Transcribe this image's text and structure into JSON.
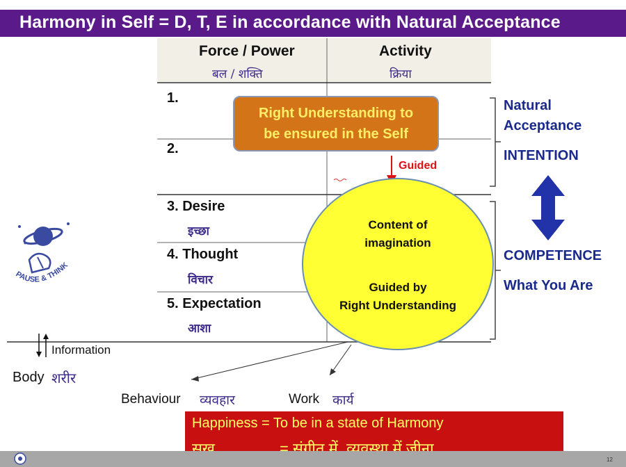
{
  "slide": {
    "title": "Harmony in Self = D, T, E in accordance with Natural Acceptance",
    "page_number": "12"
  },
  "table": {
    "col1_header": "Force / Power",
    "col1_header_hindi": "बल / शक्ति",
    "col2_header": "Activity",
    "col2_header_hindi": "क्रिया",
    "rows": [
      {
        "label": "1.",
        "hindi": ""
      },
      {
        "label": "2.",
        "hindi": ""
      },
      {
        "label": "3.  Desire",
        "hindi": "इच्छा"
      },
      {
        "label": "4.  Thought",
        "hindi": "विचार"
      },
      {
        "label": "5.  Expectation",
        "hindi": "आशा"
      }
    ]
  },
  "callout": {
    "line1": "Right Understanding to",
    "line2": "be ensured in the Self",
    "guided_label": "Guided"
  },
  "circle": {
    "line1": "Content of",
    "line2": "imagination",
    "line3": "Guided by",
    "line4": "Right Understanding"
  },
  "side": {
    "natural": "Natural",
    "acceptance": "Acceptance",
    "intention": "INTENTION",
    "competence": "COMPETENCE",
    "what_you_are": "What You Are"
  },
  "logo": {
    "text": "PAUSE & THINK"
  },
  "bottom": {
    "information": "Information",
    "body": "Body",
    "body_hindi": "शरीर",
    "behaviour": "Behaviour",
    "behaviour_hindi": "व्यवहार",
    "work": "Work",
    "work_hindi": "कार्य"
  },
  "happiness": {
    "line1": "Happiness = To be in a state of Harmony",
    "line2_left": "सुख",
    "line2_right": "= संगीत में, व्यवस्था में जीना"
  },
  "colors": {
    "title_bg": "#5a1a8a",
    "callout_bg": "#d27417",
    "circle_fill": "#ffff33",
    "happiness_bg": "#c81010",
    "accent_blue": "#1a2a8c",
    "arrow_blue": "#2233aa"
  }
}
